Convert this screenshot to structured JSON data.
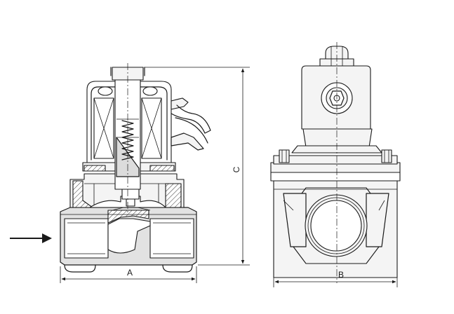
{
  "labels": {
    "dim_a": "A",
    "dim_b": "B",
    "dim_c": "C"
  },
  "colors": {
    "line": "#1a1a1a",
    "body_shade": "#e2e2e2",
    "background": "#ffffff"
  }
}
